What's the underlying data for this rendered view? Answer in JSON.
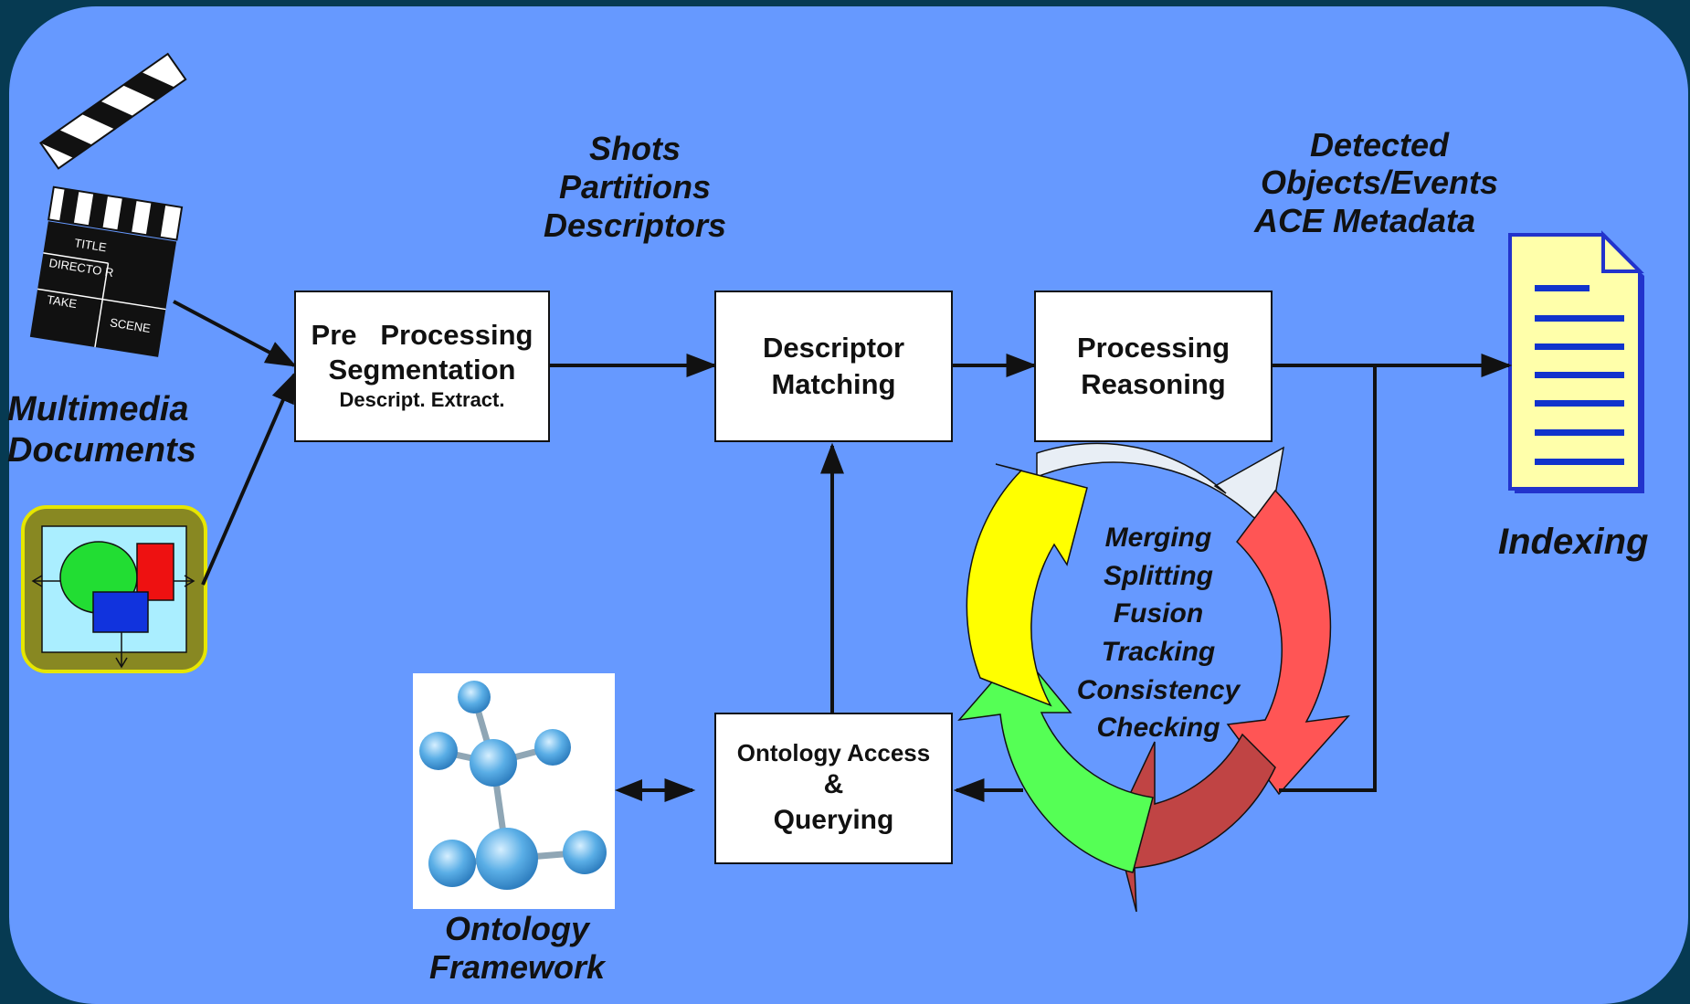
{
  "colors": {
    "background": "#063a52",
    "panel": "#6699ff",
    "cycle_yellow": "#ffff00",
    "cycle_white": "#e8eef5",
    "cycle_red": "#ff5555",
    "cycle_darkred": "#c04444",
    "cycle_green": "#55ff55"
  },
  "labels": {
    "multimedia": [
      "Multimedia",
      "Documents"
    ],
    "shots": [
      "Shots",
      "Partitions",
      "Descriptors"
    ],
    "detected": [
      "Detected",
      "Objects/Events",
      "ACE Metadata"
    ],
    "indexing": "Indexing",
    "ontology_framework": [
      "Ontology",
      "Framework"
    ],
    "cycle": [
      "Merging",
      "Splitting",
      "Fusion",
      "Tracking",
      "Consistency",
      "Checking"
    ]
  },
  "boxes": {
    "preprocessing": [
      "Pre   Processing",
      "Segmentation",
      "Descript. Extract."
    ],
    "matching": [
      "Descriptor",
      "Matching"
    ],
    "reasoning": [
      "Processing",
      "Reasoning"
    ],
    "ontology_access": [
      "Ontology Access",
      "&",
      "Querying"
    ]
  },
  "clapboard": {
    "title": "TITLE",
    "director": "DIRECTO R",
    "take": "TAKE",
    "scene": "SCENE"
  },
  "icons": [
    "clapboard-icon",
    "image-icon",
    "document-icon",
    "molecule-icon",
    "cycle-arrows-icon"
  ]
}
